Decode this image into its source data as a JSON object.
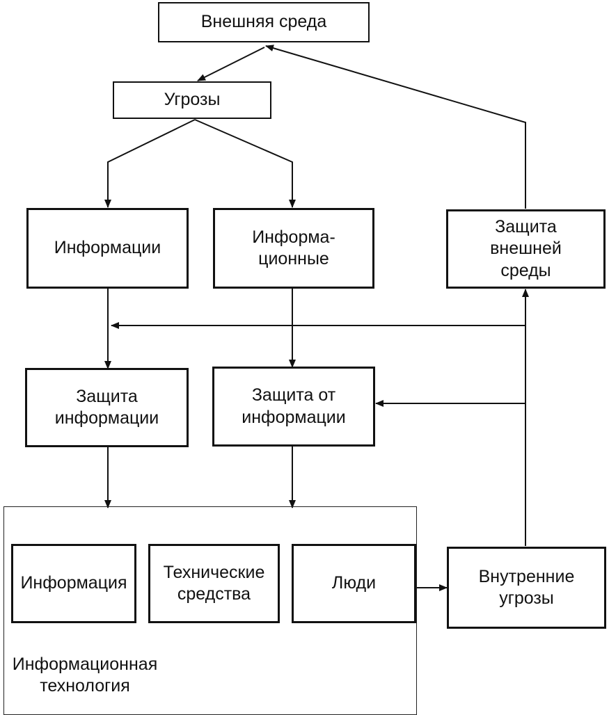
{
  "diagram": {
    "nodes": {
      "external_env": "Внешняя среда",
      "threats": "Угрозы",
      "information": "Информации",
      "informational": "Информа-\nционные",
      "external_protection": "Защита\nвнешней\nсреды",
      "info_protection": "Защита\nинформации",
      "protection_from_info": "Защита от\nинформации",
      "info": "Информация",
      "tech_means": "Технические\nсредства",
      "people": "Люди",
      "internal_threats": "Внутренние\nугрозы"
    },
    "container_label": "Информационная\nтехнология",
    "edges": [
      [
        "external_env",
        "threats"
      ],
      [
        "threats",
        "information"
      ],
      [
        "threats",
        "informational"
      ],
      [
        "information",
        "info_protection"
      ],
      [
        "informational",
        "protection_from_info"
      ],
      [
        "info_protection",
        "info_tech"
      ],
      [
        "protection_from_info",
        "info_tech"
      ],
      [
        "people",
        "internal_threats"
      ],
      [
        "internal_threats",
        "external_protection"
      ],
      [
        "internal_threats",
        "info_protection"
      ],
      [
        "internal_threats",
        "protection_from_info"
      ],
      [
        "external_protection",
        "external_env"
      ]
    ]
  }
}
